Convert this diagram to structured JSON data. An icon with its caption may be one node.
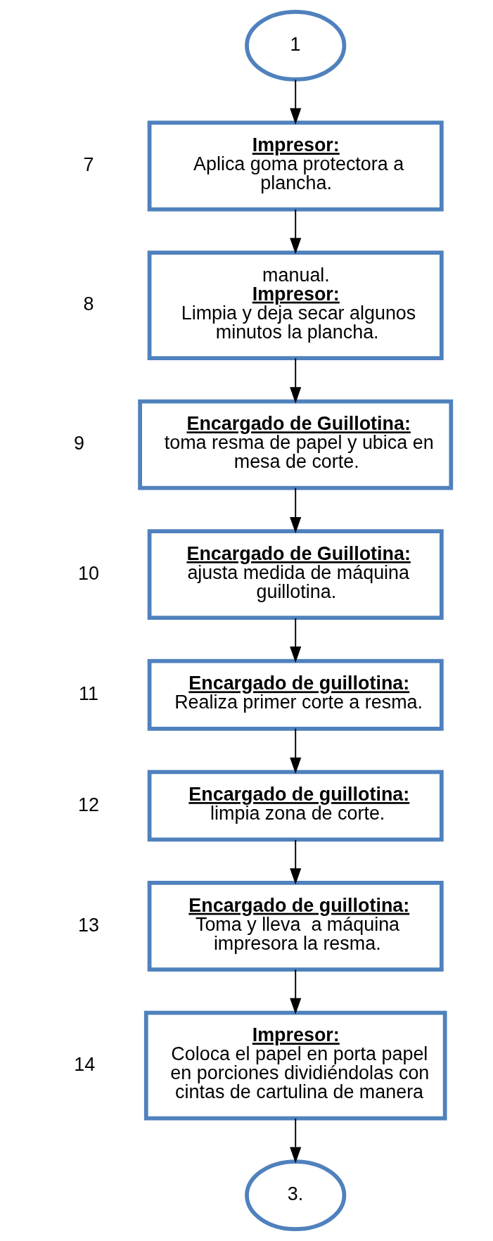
{
  "diagram": {
    "nodes": [
      {
        "text": [
          "1"
        ]
      },
      {
        "text": [
          "Impresor:",
          "Aplica goma protectora a plancha."
        ],
        "beside": [
          "7"
        ]
      },
      {
        "text": [
          "manual.",
          "Impresor:",
          "Limpia y deja secar algunos minutos la plancha."
        ],
        "beside": [
          "8"
        ]
      },
      {
        "text": [
          "Encargado de Guillotina:",
          "toma resma de papel y ubica en mesa de corte."
        ],
        "beside": [
          "9"
        ]
      },
      {
        "text": [
          "Encargado de Guillotina:",
          "ajusta medida de máquina guillotina."
        ],
        "beside": [
          "10"
        ]
      },
      {
        "text": [
          "Encargado de guillotina:",
          "Realiza primer corte a resma."
        ],
        "beside": [
          "11"
        ]
      },
      {
        "text": [
          "Encargado de guillotina:",
          "limpia zona de corte."
        ],
        "beside": [
          "12"
        ]
      },
      {
        "text": [
          "Encargado de guillotina:",
          "Toma y lleva  a máquina impresora la resma."
        ],
        "beside": [
          "13"
        ]
      },
      {
        "text": [
          "Impresor:",
          "Coloca el papel en porta papel en porciones dividiéndolas con cintas de cartulina de manera"
        ],
        "beside": [
          "14"
        ]
      },
      {
        "text": [
          "3."
        ]
      }
    ],
    "edges": [
      {
        "from": 0,
        "to": 1,
        "arrow": "to"
      },
      {
        "from": 1,
        "to": 2,
        "arrow": "to"
      },
      {
        "from": 2,
        "to": 3,
        "arrow": "to"
      },
      {
        "from": 3,
        "to": 4,
        "arrow": "to"
      },
      {
        "from": 4,
        "to": 5,
        "arrow": "to"
      },
      {
        "from": 5,
        "to": 6,
        "arrow": "to"
      },
      {
        "from": 6,
        "to": 7,
        "arrow": "to"
      },
      {
        "from": 7,
        "to": 8,
        "arrow": "to"
      },
      {
        "from": 8,
        "to": 9,
        "arrow": "to"
      }
    ]
  }
}
